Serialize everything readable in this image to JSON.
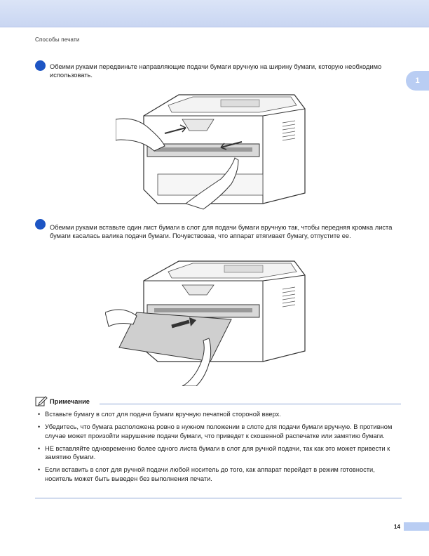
{
  "header": {
    "running_head": "Способы печати"
  },
  "chapter_tab": "1",
  "steps": [
    {
      "text": "Обеими руками передвиньте направляющие подачи бумаги вручную на ширину бумаги, которую необходимо использовать."
    },
    {
      "text": "Обеими руками вставьте один лист бумаги в слот для подачи бумаги вручную так, чтобы передняя кромка листа бумаги касалась валика подачи бумаги. Почувствовав, что аппарат втягивает бумагу, отпустите ее."
    }
  ],
  "note": {
    "title": "Примечание",
    "items": [
      "Вставьте бумагу в слот для подачи бумаги вручную печатной стороной вверх.",
      "Убедитесь, что бумага расположена ровно в нужном положении в слоте для подачи бумаги вручную. В противном случае может произойти нарушение подачи бумаги, что приведет к скошенной распечатке или замятию бумаги.",
      "НЕ вставляйте одновременно более одного листа бумаги в слот для ручной подачи, так как это может привести к замятию бумаги.",
      "Если вставить в слот для ручной подачи любой носитель до того, как аппарат перейдет в режим готовности, носитель может быть выведен без выполнения печати."
    ]
  },
  "footer": {
    "page_number": "14"
  },
  "colors": {
    "accent_blue": "#1d55c4",
    "band_blue": "#b9cdf3",
    "rule_blue": "#8ea6d6"
  }
}
